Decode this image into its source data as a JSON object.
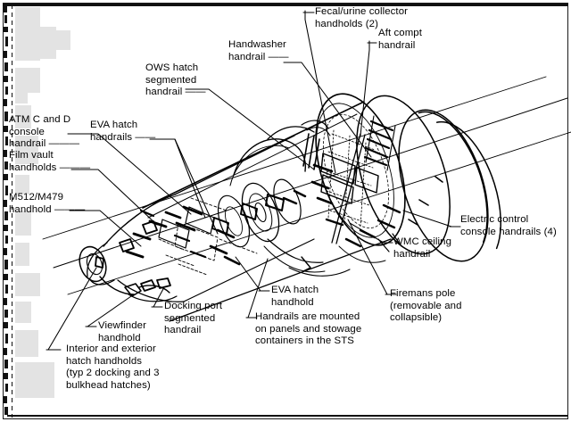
{
  "figure": {
    "type": "technical-line-drawing",
    "subject": "Spacecraft module handrail and handhold locations",
    "border_color": "#111111",
    "line_color": "#000000",
    "background_color": "#ffffff"
  },
  "labels": {
    "atm_console": "ATM C and D\nconsole\nhandrail ———",
    "film_vault": "Film vault\nhandholds ———",
    "m512_m479": "M512/M479\nhandhold ———",
    "eva_hatch_handrails": "EVA hatch\nhandrails ——",
    "ows_hatch": "OWS hatch\nsegmented\nhandrail ——",
    "handwasher": "Handwasher\nhandrail ——",
    "fecal_urine": "Fecal/urine collector\nhandholds (2)",
    "aft_compt": "Aft compt\nhandrail",
    "electric_console": "Electric control\nconsole handrails (4)",
    "wmc_ceiling": "WMC ceiling\nhandrail",
    "firemans_pole": "Firemans pole\n(removable and\ncollapsible)",
    "eva_hatch_handhold": "EVA hatch\nhandhold",
    "handrails_mounted": "Handrails are mounted\non panels and stowage\ncontainers in the STS",
    "docking_port": "Docking port\nsegmented\nhandrail",
    "viewfinder": "Viewfinder\nhandhold",
    "interior_exterior": "Interior and exterior\nhatch handholds\n(typ 2 docking and 3\nbulkhead hatches)"
  }
}
